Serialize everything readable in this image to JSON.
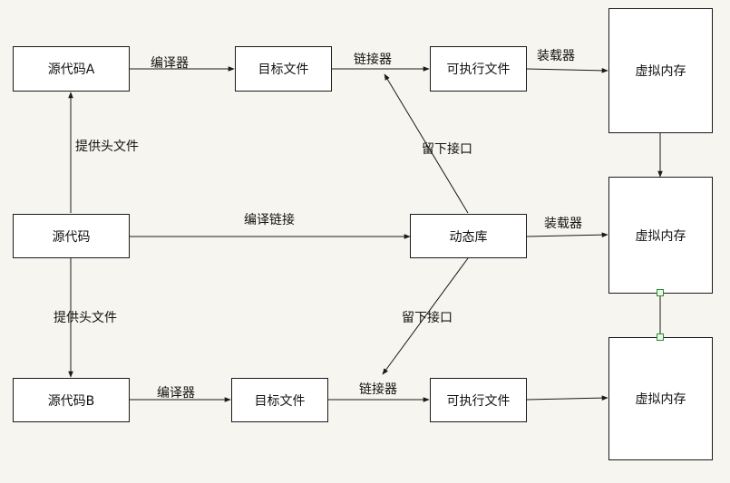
{
  "nodes": {
    "src_a": "源代码A",
    "obj_a": "目标文件",
    "exe_a": "可执行文件",
    "vm_1": "虚拟内存",
    "src": "源代码",
    "dylib": "动态库",
    "vm_2": "虚拟内存",
    "src_b": "源代码B",
    "obj_b": "目标文件",
    "exe_b": "可执行文件",
    "vm_3": "虚拟内存"
  },
  "edge_labels": {
    "compiler_a": "编译器",
    "linker_a": "链接器",
    "loader_a": "装载器",
    "header_a": "提供头文件",
    "interface_a": "留下接口",
    "compile_link": "编译链接",
    "loader_dylib": "装载器",
    "header_b": "提供头文件",
    "interface_b": "留下接口",
    "compiler_b": "编译器",
    "linker_b": "链接器"
  },
  "colors": {
    "background": "#f7f5ef",
    "line": "#1a1a1a",
    "selection_handle": "#2e8b2e"
  }
}
